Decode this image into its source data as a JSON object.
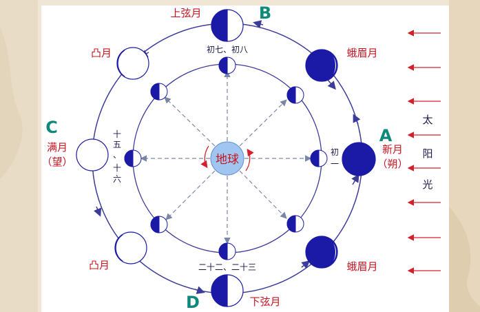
{
  "letters": {
    "a": "A",
    "b": "B",
    "c": "C",
    "d": "D"
  },
  "phases": {
    "first_quarter": "上弦月",
    "gibbous_top": "凸月",
    "gibbous_bottom": "凸月",
    "crescent_top": "蛾眉月",
    "crescent_bottom": "蛾眉月",
    "full": "满月",
    "full_alt": "（望）",
    "new": "新月",
    "new_alt": "（朔）",
    "last_quarter": "下弦月"
  },
  "days": {
    "top": "初七、初八",
    "bottom": "二十二、二十三",
    "right_1": "初",
    "right_2": "一",
    "left": [
      "十",
      "五",
      "、",
      "十",
      "六"
    ]
  },
  "center": "地球",
  "sunlight": [
    "太",
    "阳",
    "光"
  ],
  "colors": {
    "moon_fill": "#1a1aa6",
    "orbit": "#3b3b9a",
    "label_red": "#c8141e",
    "letter_teal": "#0f8a7a",
    "earth": "#9fc5f0",
    "sun_arrow": "#d4202a"
  }
}
